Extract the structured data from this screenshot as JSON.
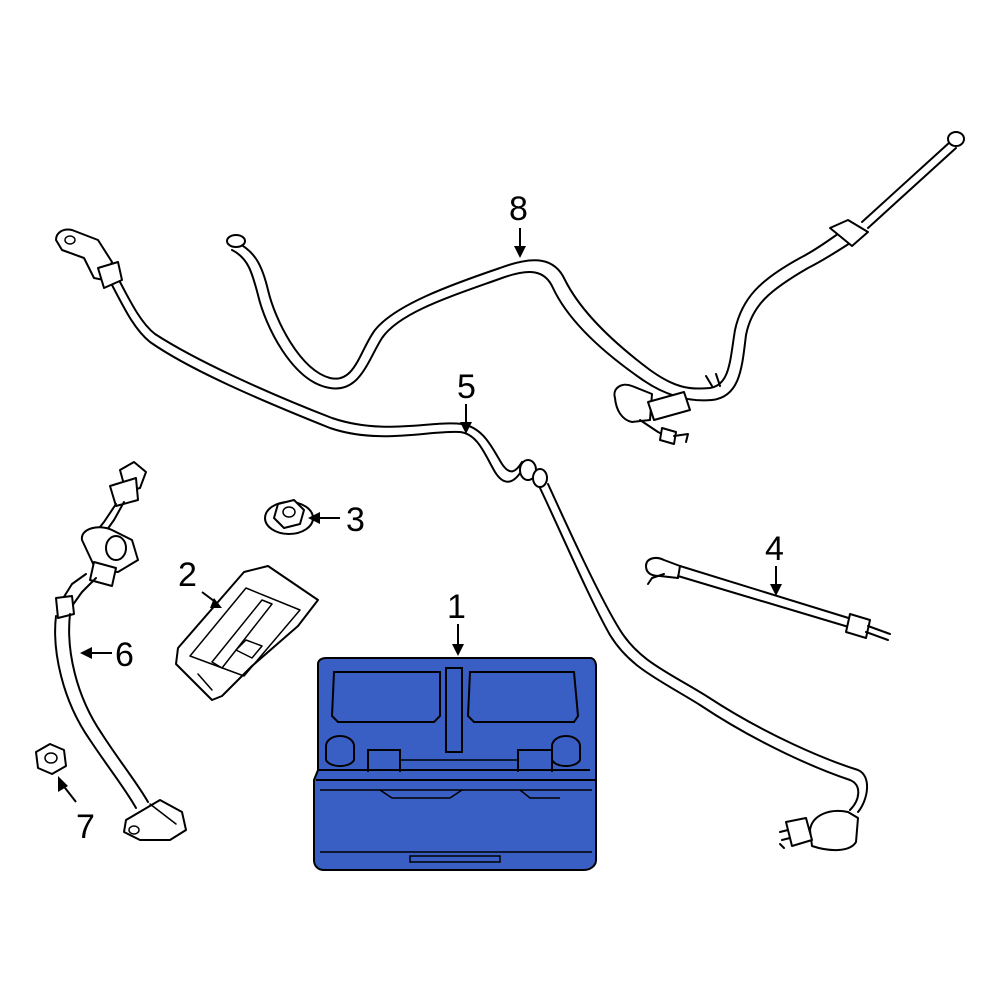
{
  "callouts": {
    "c1": "1",
    "c2": "2",
    "c3": "3",
    "c4": "4",
    "c5": "5",
    "c6": "6",
    "c7": "7",
    "c8": "8"
  },
  "colors": {
    "battery_fill": "#3a5fc4",
    "line": "#000000",
    "background": "#ffffff"
  }
}
